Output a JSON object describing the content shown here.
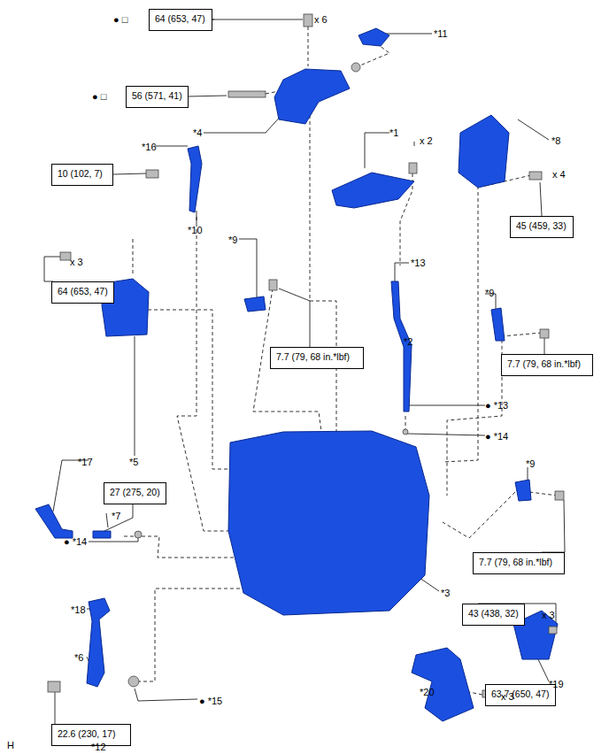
{
  "diagram": {
    "nodes": [
      {
        "text": [
          "64 (653, 47)"
        ]
      },
      {
        "text": [
          "56 (571, 41)"
        ]
      },
      {
        "text": [
          "10 (102, 7)"
        ]
      },
      {
        "text": [
          "45 (459, 33)"
        ]
      },
      {
        "text": [
          "64 (653, 47)"
        ]
      },
      {
        "text": [
          "7.7 (79, 68 in.*lbf)"
        ]
      },
      {
        "text": [
          "7.7 (79, 68 in.*lbf)"
        ]
      },
      {
        "text": [
          "27 (275, 20)"
        ]
      },
      {
        "text": [
          "7.7 (79, 68 in.*lbf)"
        ]
      },
      {
        "text": [
          "43 (438, 32)"
        ]
      },
      {
        "text": [
          "63.7 (650, 47)"
        ]
      },
      {
        "text": [
          "22.6 (230, 17)"
        ]
      }
    ],
    "labels": [
      "● □",
      "x 6",
      "*11",
      "● □",
      "*4",
      "*1",
      "x 2",
      "*8",
      "x 4",
      "*16",
      "*10",
      "*9",
      "*13",
      "x 3",
      "*5",
      "*2",
      "*9",
      "● *13",
      "● *14",
      "*17",
      "*7",
      "● *14",
      "*9",
      "*3",
      "*18",
      "*6",
      "● *15",
      "x 3",
      "*19",
      "*20",
      "x 3",
      "*12",
      "H"
    ]
  }
}
